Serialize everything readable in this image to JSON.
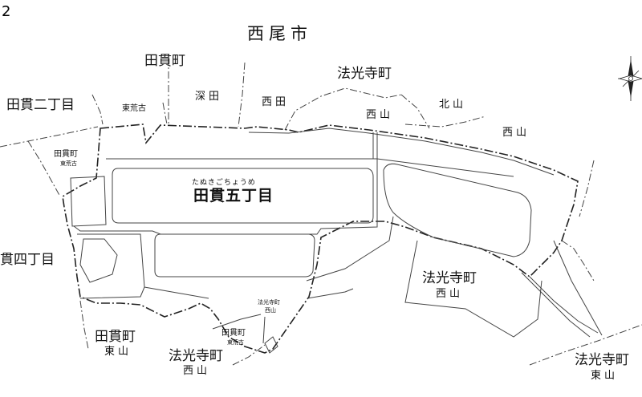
{
  "page_number": "2",
  "city": "西尾市",
  "main_area": {
    "name": "田貫五丁目",
    "reading": "たぬきごちょうめ"
  },
  "labels": {
    "tanuki_n": "田貫町",
    "tanuki_2": "田貫二丁目",
    "tanuki_4": "貫四丁目",
    "higashiarako_top": "東荒古",
    "fukada": "深田",
    "nishida": "西田",
    "hokoji_top": "法光寺町",
    "nishiyama_a": "西山",
    "kitayama": "北山",
    "nishiyama_b": "西山",
    "tanuki_w": "田貫町",
    "tanuki_w_sub": "東荒古",
    "hokoji_c": "法光寺町",
    "hokoji_c_sub": "西山",
    "hokoji_small": "法光寺町",
    "hokoji_small_sub": "西山",
    "tanuki_small": "田貫町",
    "tanuki_small_sub": "東荒古",
    "tanuki_sw": "田貫町",
    "tanuki_sw_sub": "東山",
    "hokoji_sw": "法光寺町",
    "hokoji_sw_sub": "西山",
    "hokoji_se": "法光寺町",
    "hokoji_se_sub": "東山"
  },
  "compass_icon": "north-arrow-icon",
  "colors": {
    "line": "#222222",
    "thin": "#444444",
    "background": "#ffffff"
  }
}
